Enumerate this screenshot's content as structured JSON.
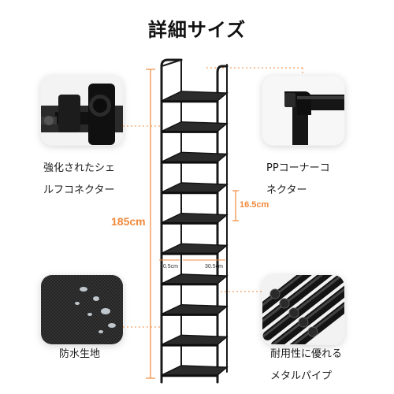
{
  "page": {
    "title": "詳細サイズ"
  },
  "features": [
    {
      "caption_line1": "強化されたシェ",
      "caption_line2": "ルフコネクター",
      "icon": "shelf-connector-photo"
    },
    {
      "caption_line1": "PPコーナーコ",
      "caption_line2": "ネクター",
      "icon": "corner-connector-photo"
    },
    {
      "caption_line1": "防水生地",
      "icon": "waterproof-fabric-photo"
    },
    {
      "caption_line1": "耐用性に優れる",
      "caption_line2": "メタルパイプ",
      "icon": "metal-pipe-photo"
    }
  ],
  "dimensions": {
    "height": "185cm",
    "shelf_spacing": "16.5cm",
    "depth": "30.5cm",
    "width": "30.5cm"
  },
  "rack": {
    "tier_count": 10
  },
  "colors": {
    "accent": "#f08a3c",
    "frame": "#1a1a1a"
  }
}
